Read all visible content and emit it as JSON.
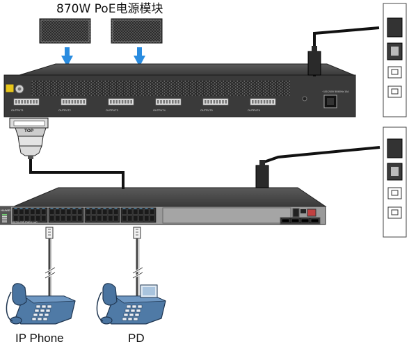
{
  "title": "870W PoE电源模块",
  "chassis": {
    "top_connector_label": "TOP",
    "port_label": "OUTPUT",
    "port_count": 6,
    "power_inlet_label": "~100-240V 50/60Hz 10A"
  },
  "switch": {
    "brand_label": "HUAWEI",
    "model_label": "S5700-28P-PWR-LI-AC"
  },
  "devices": [
    {
      "label": "IP Phone"
    },
    {
      "label": "PD"
    }
  ],
  "colors": {
    "device_dark": "#3a3a3a",
    "phone_blue": "#4f7aa6",
    "arrow_blue": "#2a8ce0",
    "cable": "#111111"
  }
}
